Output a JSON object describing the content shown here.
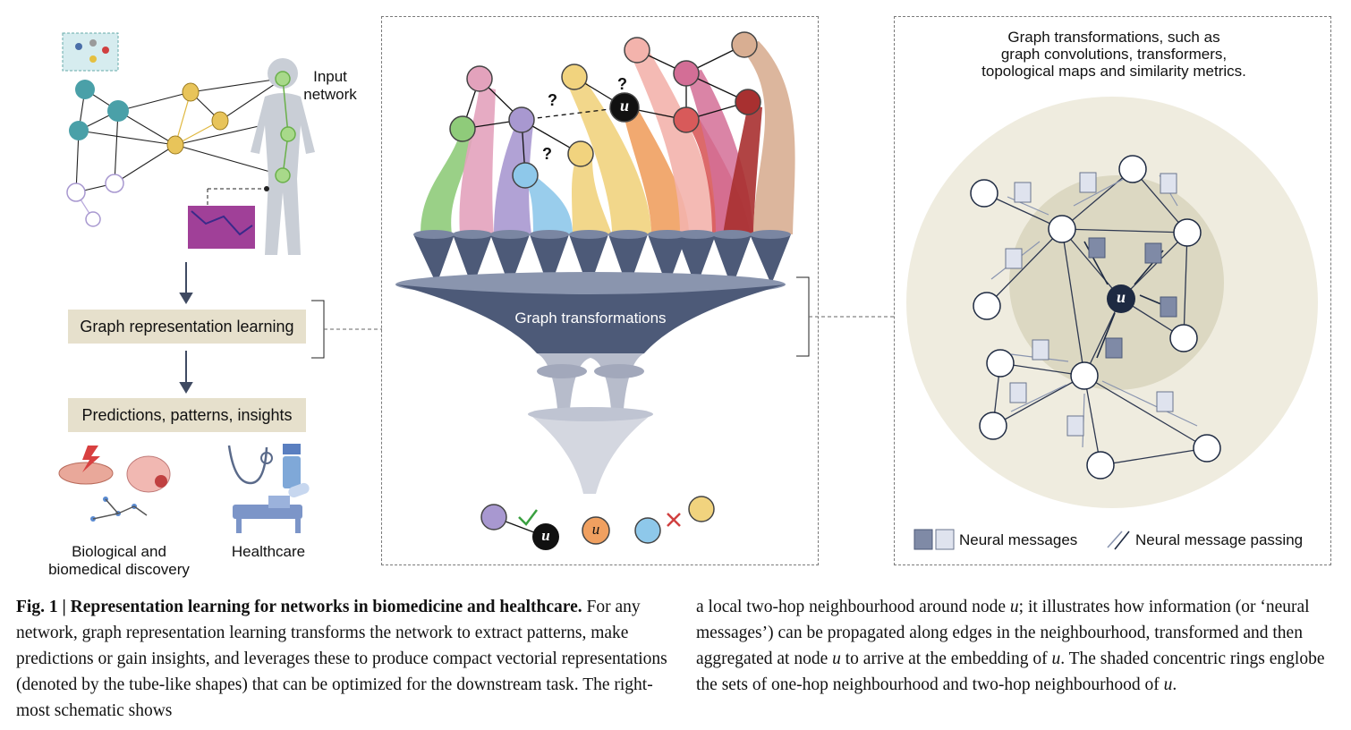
{
  "left_panel": {
    "input_network_label": "Input\nnetwork",
    "step1_label": "Graph representation learning",
    "step2_label": "Predictions, patterns, insights",
    "bio_label": "Biological and\nbiomedical discovery",
    "health_label": "Healthcare"
  },
  "middle_panel": {
    "funnel_label": "Graph transformations",
    "node_u": "u",
    "question_mark": "?",
    "colors": {
      "green": "#8fcb7a",
      "pink": "#e3a2bc",
      "purple": "#a898d0",
      "blue": "#8ec8ea",
      "yellow": "#f1d37e",
      "orange": "#f0a060",
      "salmon": "#f3b3ac",
      "magenta": "#d36e96",
      "red": "#d85a5a",
      "darkred": "#a83030",
      "tan": "#d8ae92",
      "funnel": "#4d5a78"
    }
  },
  "right_panel": {
    "title": "Graph transformations, such as\ngraph convolutions, transformers,\ntopological maps and similarity metrics.",
    "node_u": "u",
    "legend_messages": "Neural messages",
    "legend_passing": "Neural message passing",
    "colors": {
      "outer_ring": "#efecdf",
      "inner_ring": "#dcd8c2",
      "node_u": "#1e2a42"
    }
  },
  "caption": {
    "fig_label": "Fig. 1 | Representation learning for networks in biomedicine and healthcare.",
    "col1_rest": "For any network, graph representation learning transforms the network to extract patterns, make predictions or gain insights, and leverages these to produce compact vectorial representations (denoted by the tube-like shapes) that can be optimized for the downstream task. The right-most schematic shows",
    "col2_a": "a local two-hop neighbourhood around node ",
    "col2_b": "; it illustrates how information (or ‘neural messages’) can be propagated along edges in the neighbourhood, transformed and then aggregated at node ",
    "col2_c": " to arrive at the embedding of ",
    "col2_d": ". The shaded concentric rings englobe the sets of one-hop neighbourhood and two-hop neighbourhood of ",
    "col2_e": ".",
    "u": "u"
  }
}
